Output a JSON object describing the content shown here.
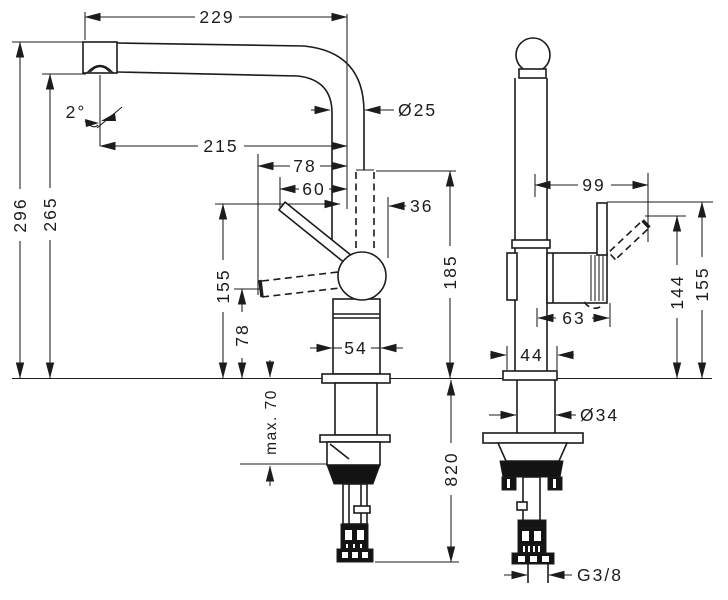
{
  "drawing": {
    "kind": "technical dimension drawing",
    "subject": "single-lever kitchen mixer tap, front and side views"
  },
  "dims": {
    "spout_reach": "229",
    "height_total": "296",
    "height_outlet": "265",
    "spout_angle": "2°",
    "spout_len": "215",
    "spout_dia": "Ø25",
    "offset_78": "78",
    "offset_60": "60",
    "offset_36": "36",
    "height_185": "185",
    "height_155": "155",
    "height_78": "78",
    "max_thickness": "max. 70",
    "body_dia": "54",
    "hose_len": "820",
    "side_reach": "99",
    "side_h144": "144",
    "side_h155": "155",
    "side_d63": "63",
    "base_w44": "44",
    "shank_dia": "Ø34",
    "thread": "G3/8"
  }
}
